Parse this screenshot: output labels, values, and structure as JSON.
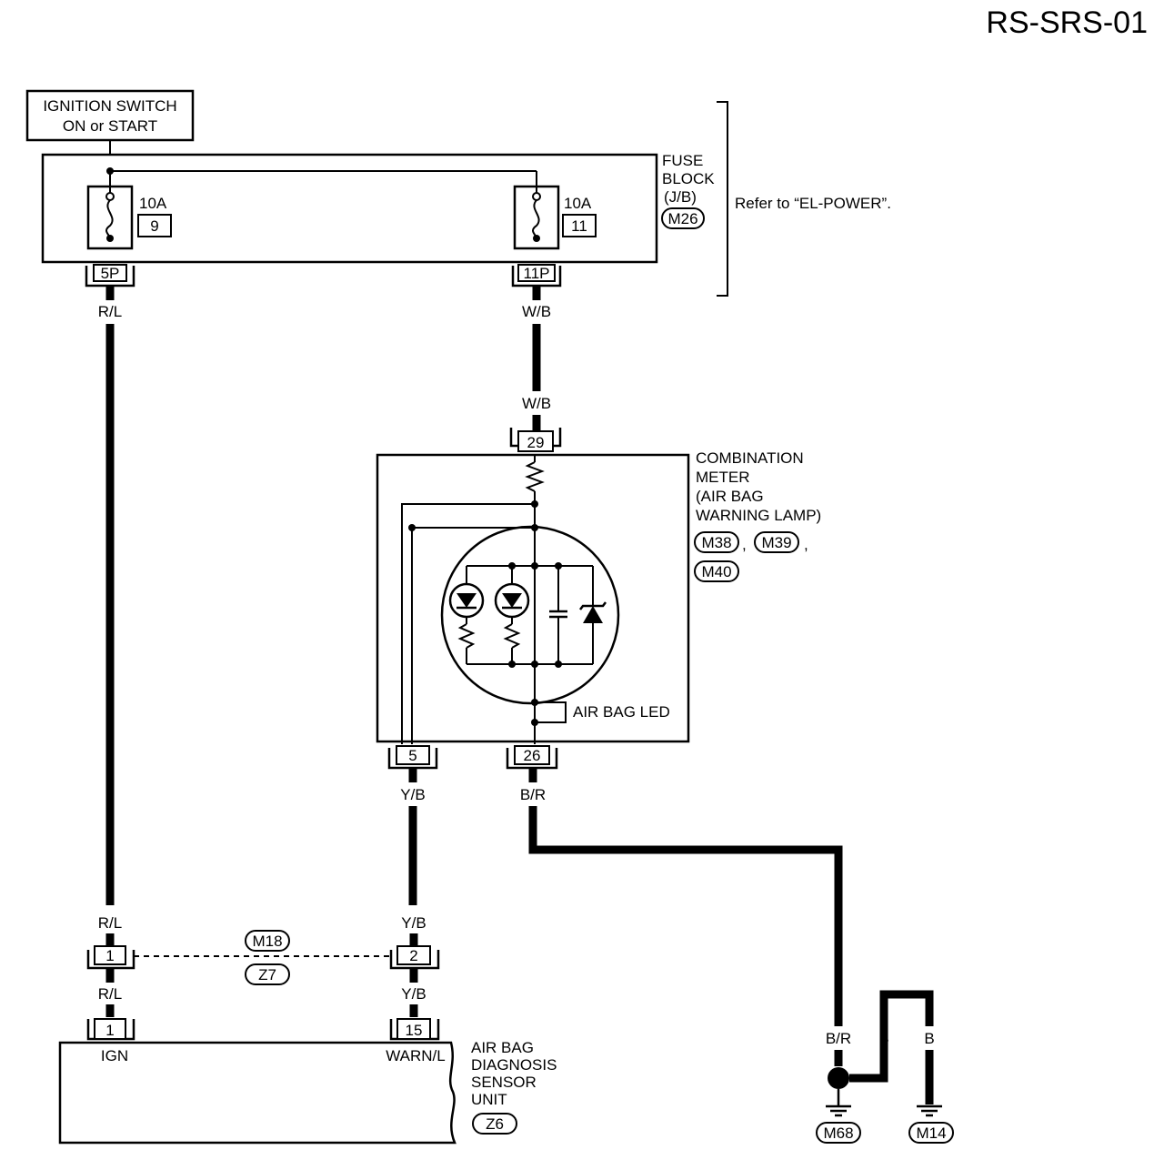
{
  "page_id": "RS-SRS-01",
  "ignition": {
    "line1": "IGNITION SWITCH",
    "line2": "ON or START"
  },
  "fuse_block": {
    "label": [
      "FUSE",
      "BLOCK",
      "(J/B)"
    ],
    "connector": "M26",
    "refer": "Refer to “EL-POWER”.",
    "fuse_a": {
      "rating": "10A",
      "number": "9",
      "terminal": "5P",
      "wire": "R/L"
    },
    "fuse_b": {
      "rating": "10A",
      "number": "11",
      "terminal": "11P",
      "wire": "W/B"
    }
  },
  "combination_meter": {
    "label": [
      "COMBINATION",
      "METER",
      "(AIR BAG",
      "WARNING LAMP)"
    ],
    "connectors": [
      "M38",
      "M39",
      "M40"
    ],
    "led_label": "AIR BAG LED",
    "in_terminal": "29",
    "in_wire": "W/B",
    "out_terminal_left": "5",
    "out_wire_left": "Y/B",
    "out_terminal_right": "26",
    "out_wire_right": "B/R"
  },
  "joint_connector": {
    "codes": [
      "M18",
      "Z7"
    ],
    "pin_left": "1",
    "wire_left": "R/L",
    "pin_right": "2",
    "wire_right": "Y/B"
  },
  "sensor_unit": {
    "label": [
      "AIR BAG",
      "DIAGNOSIS",
      "SENSOR",
      "UNIT"
    ],
    "connector": "Z6",
    "pin_ign": "1",
    "pin_ign_wire": "R/L",
    "pin_ign_label": "IGN",
    "pin_warn": "15",
    "pin_warn_wire": "Y/B",
    "pin_warn_label": "WARN/L"
  },
  "grounds": {
    "m68": {
      "code": "M68",
      "wire": "B/R"
    },
    "joint_wire": "B",
    "m14": {
      "code": "M14",
      "wire": "B"
    }
  }
}
